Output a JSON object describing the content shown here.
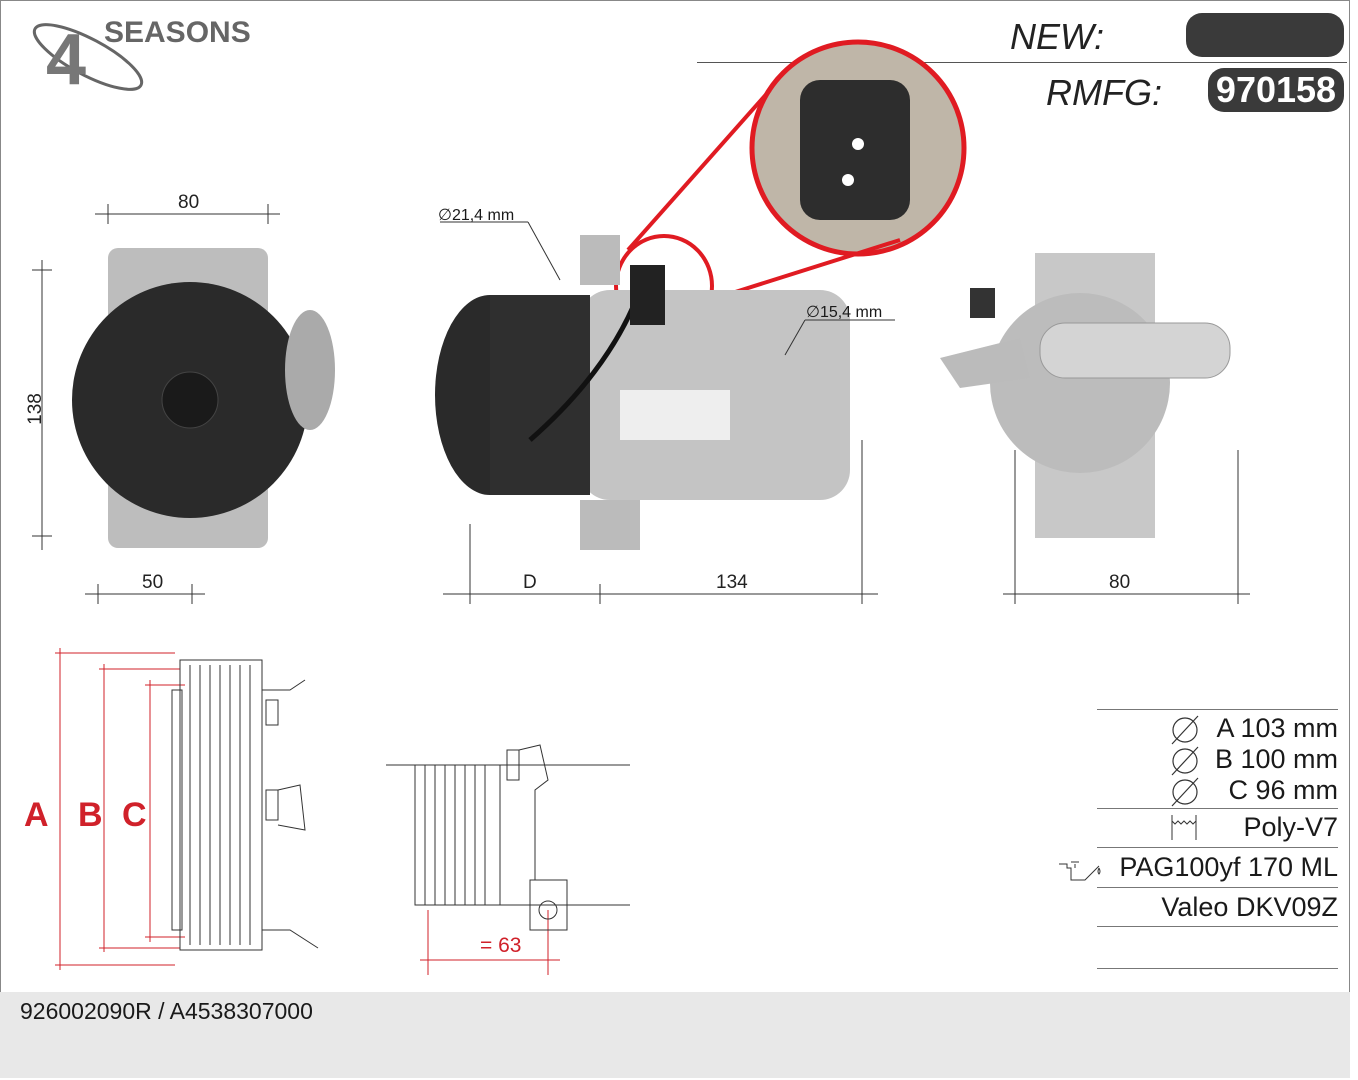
{
  "brand": {
    "logo_text": "4SEASONS",
    "logo_digit": "4"
  },
  "header": {
    "new_label": "NEW:",
    "new_value": "",
    "rmfg_label": "RMFG:",
    "rmfg_value": "970158"
  },
  "dimensions": {
    "front_width": "80",
    "front_height": "138",
    "front_depth": "50",
    "side_d": "D",
    "side_length": "134",
    "rear_width": "80",
    "port_large": "∅21,4 mm",
    "port_small": "∅15,4 mm",
    "pulley_offset": "= 63"
  },
  "pulley_labels": [
    "A",
    "B",
    "C"
  ],
  "specs": {
    "diameters": [
      {
        "icon": "diameter-icon",
        "text": "A 103 mm"
      },
      {
        "icon": "diameter-icon",
        "text": "B 100 mm"
      },
      {
        "icon": "diameter-icon",
        "text": "C 96 mm"
      }
    ],
    "belt": {
      "icon": "poly-v-belt-icon",
      "text": "Poly-V7"
    },
    "oil": {
      "icon": "oil-can-icon",
      "text": "PAG100yf 170 ML"
    },
    "model": "Valeo DKV09Z"
  },
  "footer": {
    "oem_numbers": "926002090R / A4538307000"
  },
  "colors": {
    "accent_red": "#d0212a",
    "pill": "#3a3a3a"
  }
}
